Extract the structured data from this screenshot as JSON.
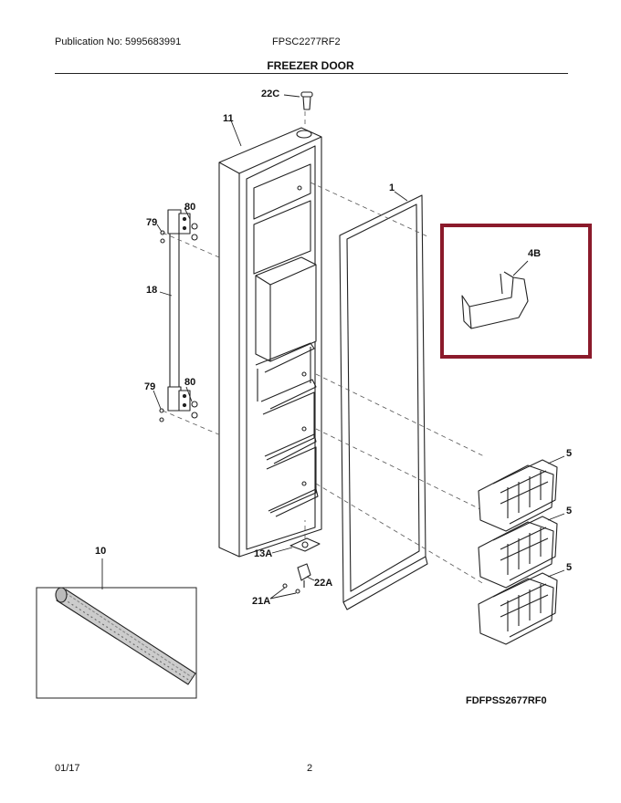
{
  "header": {
    "publication": "Publication No: 5995683991",
    "model": "FPSC2277RF2",
    "section_title": "FREEZER DOOR"
  },
  "callouts": {
    "c22C": "22C",
    "c11": "11",
    "c1": "1",
    "c80a": "80",
    "c79a": "79",
    "c18": "18",
    "c80b": "80",
    "c79b": "79",
    "c4B": "4B",
    "c5a": "5",
    "c5b": "5",
    "c5c": "5",
    "c13A": "13A",
    "c22A": "22A",
    "c21A": "21A",
    "c10": "10"
  },
  "figure_code": "FDFPSS2677RF0",
  "footer": {
    "date": "01/17",
    "page": "2"
  },
  "colors": {
    "highlight": "#8b1a2b",
    "line": "#222222"
  }
}
